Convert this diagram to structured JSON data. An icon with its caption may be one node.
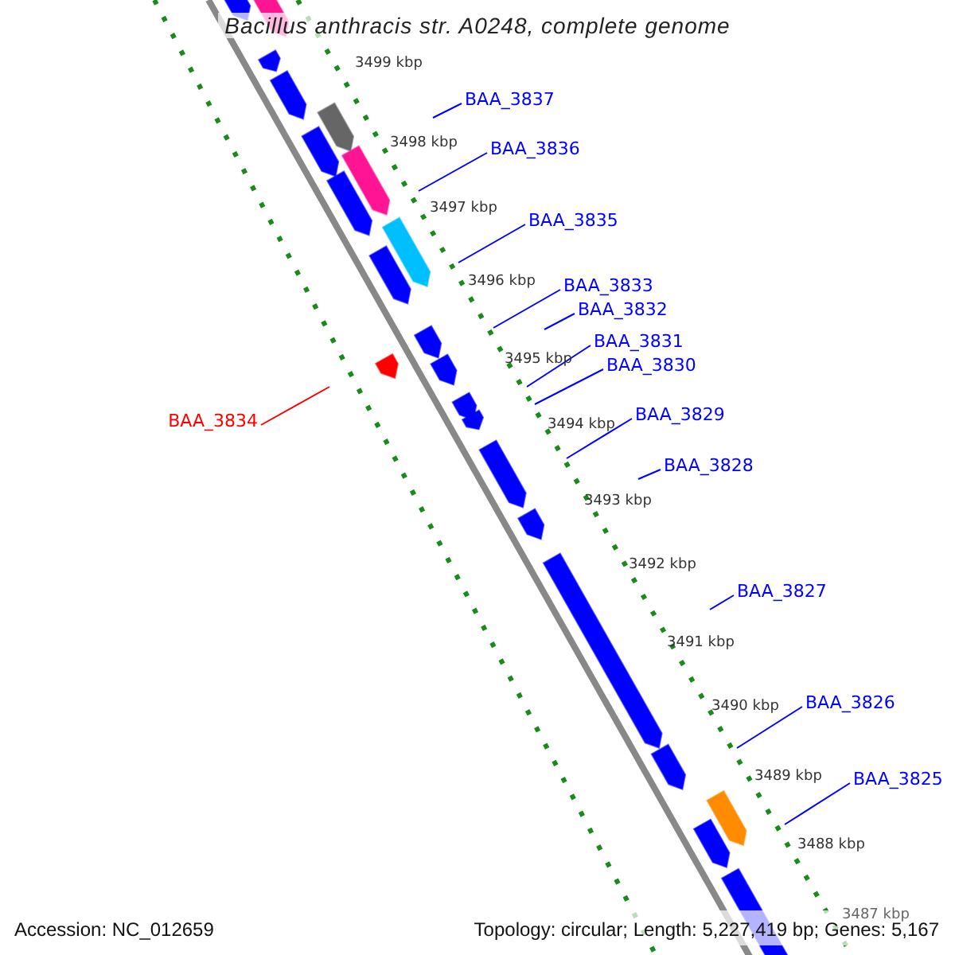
{
  "diagram": {
    "title": "Bacillus anthracis str. A0248, complete genome",
    "nodes": [
      {
        "text": [
          "BAA_3837"
        ]
      },
      {
        "text": [
          "BAA_3836"
        ]
      },
      {
        "text": [
          "BAA_3835"
        ]
      },
      {
        "text": [
          "BAA_3833"
        ]
      },
      {
        "text": [
          "BAA_3832"
        ]
      },
      {
        "text": [
          "BAA_3831"
        ]
      },
      {
        "text": [
          "BAA_3830"
        ]
      },
      {
        "text": [
          "BAA_3829"
        ]
      },
      {
        "text": [
          "BAA_3834"
        ]
      },
      {
        "text": [
          "BAA_3828"
        ]
      },
      {
        "text": [
          "BAA_3827"
        ]
      },
      {
        "text": [
          "BAA_3826"
        ]
      },
      {
        "text": [
          "BAA_3825"
        ]
      }
    ],
    "edges": [
      {
        "from": 0,
        "to": null,
        "arrow": "none"
      },
      {
        "from": 1,
        "to": null,
        "arrow": "none"
      },
      {
        "from": 2,
        "to": null,
        "arrow": "none"
      },
      {
        "from": 3,
        "to": null,
        "arrow": "none"
      },
      {
        "from": 4,
        "to": null,
        "arrow": "none"
      },
      {
        "from": 5,
        "to": null,
        "arrow": "none"
      },
      {
        "from": 6,
        "to": null,
        "arrow": "none"
      },
      {
        "from": 7,
        "to": null,
        "arrow": "none"
      },
      {
        "from": 8,
        "to": null,
        "arrow": "none",
        "color": "#ff0000"
      },
      {
        "from": 9,
        "to": null,
        "arrow": "none"
      },
      {
        "from": 10,
        "to": null,
        "arrow": "none"
      },
      {
        "from": 11,
        "to": null,
        "arrow": "none"
      },
      {
        "from": 12,
        "to": null,
        "arrow": "none"
      }
    ],
    "labels": [
      "3499 kbp",
      "3498 kbp",
      "3497 kbp",
      "3496 kbp",
      "3495 kbp",
      "3494 kbp",
      "3493 kbp",
      "3492 kbp",
      "3491 kbp",
      "3490 kbp",
      "3489 kbp",
      "3488 kbp",
      "3487 kbp",
      "Accession: NC_012659",
      "Topology: circular; Length: 5,227,419 bp; Genes: 5,167"
    ]
  }
}
